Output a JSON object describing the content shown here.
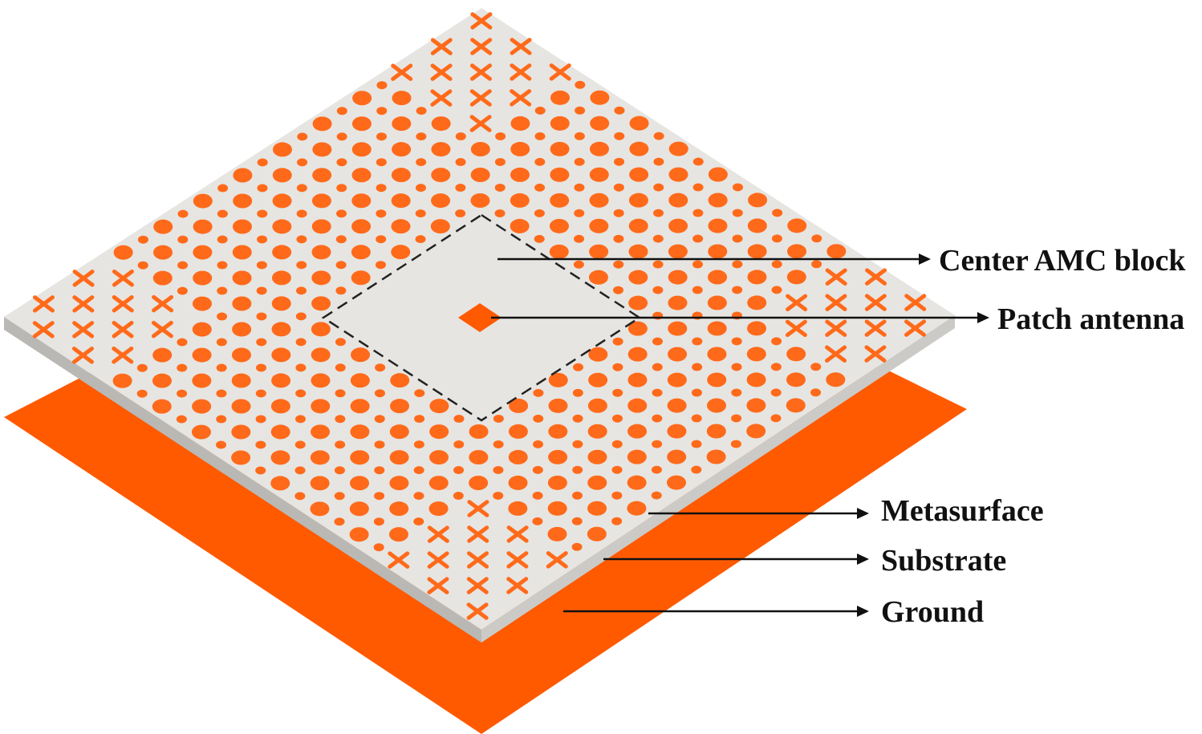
{
  "colors": {
    "ground": "#ff5a00",
    "metasurface": "#ff6a1a",
    "patch": "#ff5a00",
    "substrate_top": "#e6e5e2",
    "substrate_edge_left": "#b9b8b5",
    "substrate_edge_right": "#cbcac7",
    "callout_line": "#111111",
    "dashed_outline": "#222222"
  },
  "layers": {
    "ground": "Ground",
    "substrate": "Substrate",
    "metasurface": "Metasurface"
  },
  "callouts": {
    "center_amc_block": "Center AMC block",
    "patch_antenna": "Patch antenna",
    "metasurface": "Metasurface",
    "substrate": "Substrate",
    "ground": "Ground"
  },
  "metasurface_grid": {
    "size": 24,
    "center_block_half_width": 4,
    "element_types": [
      "cross",
      "large-circle",
      "small-circle"
    ]
  }
}
